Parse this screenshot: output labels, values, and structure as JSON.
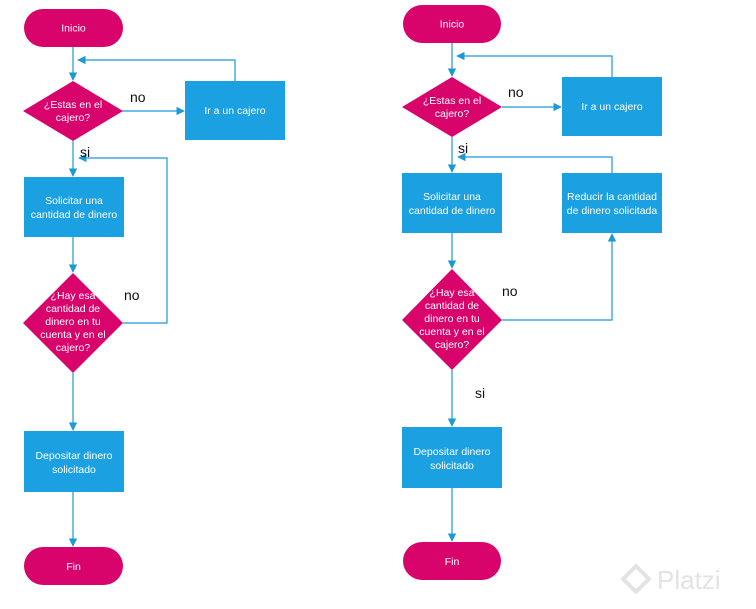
{
  "colors": {
    "terminal": "#d9046b",
    "decision": "#d9046b",
    "process": "#1ba1e2",
    "arrow": "#1b9ad6",
    "label": "#111111",
    "watermark": "#e3e3e3"
  },
  "left": {
    "start": "Inicio",
    "q1": [
      "¿Estas en el",
      "cajero?"
    ],
    "goto_atm": "Ir a un cajero",
    "ask_amount": [
      "Solicitar una",
      "cantidad de dinero"
    ],
    "q2": [
      "¿Hay esa",
      "cantidad de",
      "dinero en tu",
      "cuenta y en el",
      "cajero?"
    ],
    "deposit": [
      "Depositar dinero",
      "solicitado"
    ],
    "end": "Fin",
    "no1": "no",
    "si1": "si",
    "no2": "no"
  },
  "right": {
    "start": "Inicio",
    "q1": [
      "¿Estas en el",
      "cajero?"
    ],
    "goto_atm": "Ir a un cajero",
    "ask_amount": [
      "Solicitar una",
      "cantidad de dinero"
    ],
    "reduce": [
      "Reducir la cantidad",
      "de dinero solicitada"
    ],
    "q2": [
      "¿Hay esa",
      "cantidad de",
      "dinero en tu",
      "cuenta y en el",
      "cajero?"
    ],
    "deposit": [
      "Depositar dinero",
      "solicitado"
    ],
    "end": "Fin",
    "no1": "no",
    "si1": "si",
    "no2": "no",
    "si2": "si"
  },
  "watermark": {
    "icon": "platzi-logo-icon",
    "text": "Platzi"
  }
}
